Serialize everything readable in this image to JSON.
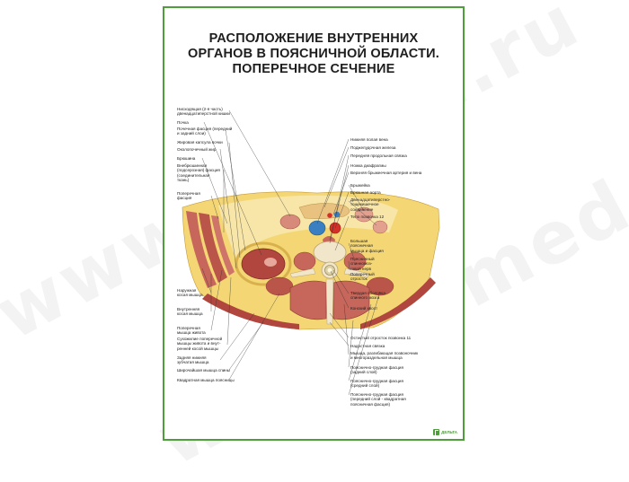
{
  "poster": {
    "title_lines": [
      "РАСПОЛОЖЕНИЕ ВНУТРЕННИХ",
      "ОРГАНОВ В ПОЯСНИЧНОЙ ОБЛАСТИ.",
      "ПОПЕРЕЧНОЕ СЕЧЕНИЕ"
    ],
    "left_labels": [
      "Нисходящая (2-я часть)\nдвенадцатиперстной кишки",
      "Почка",
      "Почечная фасция (передний\nи задний слои)",
      "Жировая капсула почки",
      "Околопочечный жир",
      "Брюшина",
      "Внебрюшинная\n(подсерозная) фасция\n(соединительная\nткань)",
      "Поперечная\nфасция",
      "Наружная\nкосая мышца",
      "Внутренняя\nкосая мышца",
      "Поперечная\nмышца живота",
      "Сухожилие поперечной\nмышцы живота и внут-\nренней косой мышцы",
      "Задняя нижняя\nзубчатая мышца",
      "Широчайшая мышца спины",
      "Квадратная мышца поясницы"
    ],
    "right_labels": [
      "Нижняя полая вена",
      "Поджелудочная железа",
      "Передняя продольная связка",
      "Ножка диафрагмы",
      "Верхняя брыжеечная артерия и вена",
      "Брыжейка",
      "Брюшная аорта",
      "Двенадцатиперстно-\nтощекишечное\nсоединение",
      "Тело позвонка 12",
      "Большая\nпоясничная\nмышца и фасция",
      "Поясничный\nспинномоз-\nговой нерв",
      "Поперечный\nотросток",
      "Твердая оболочка\nспинного мозга",
      "Конский хвост",
      "Остистый отросток позвонка 11",
      "Надостная связка",
      "Мышца, разгибающая позвоночник\nи многораздельная мышца",
      "Пояснично-грудная фасция\n(задний слой)",
      "Пояснично-грудная фасция\n(средний слой)",
      "Пояснично-грудная фасция\n(передний слой - квадратная\nпоясничная фасция)"
    ],
    "logo_text": "ДЕЛЬТА",
    "colors": {
      "frame": "#4f9e3c",
      "fat": "#f4d774",
      "muscle": "#c7665a",
      "muscle_dark": "#9e3f36",
      "bone": "#f1e6c9",
      "vein": "#3a7fc2",
      "artery": "#d4302a"
    }
  },
  "watermark": {
    "text": "www.cnmed.ru"
  }
}
